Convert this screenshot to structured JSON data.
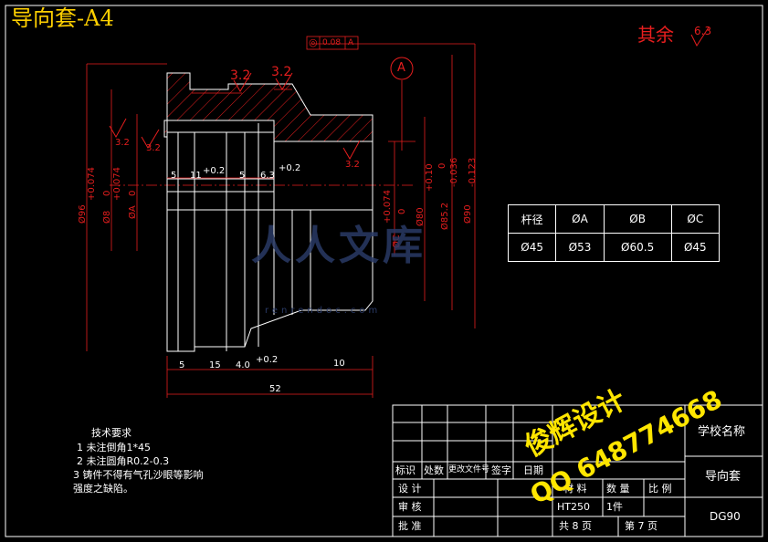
{
  "title": "导向套-A4",
  "roughness_note": "其余",
  "roughness_value": "6.3",
  "tolerance_frame": {
    "symbol": "◎",
    "value": "0.08",
    "datum": "A"
  },
  "datum_label": "A",
  "surface_marks": [
    "3.2",
    "3.2",
    "3.2",
    "3.2",
    "3.2"
  ],
  "dims_horizontal": [
    "5",
    "11",
    "+0.2",
    "5",
    "6.3",
    "+0.2",
    "5",
    "15",
    "4.0",
    "+0.2",
    "10",
    "52"
  ],
  "dims_vertical_left": [
    "Ø96",
    "Ø8",
    "+0.074",
    "0",
    "ØA",
    "+0.074",
    "0"
  ],
  "dims_vertical_right": [
    "ØC",
    "+0.074",
    "0",
    "Ø80",
    "+0.10",
    "0",
    "Ø85.2",
    "-0.036",
    "Ø90",
    "-0.123"
  ],
  "param_table": {
    "headers": [
      "杆径",
      "ØA",
      "ØB",
      "ØC"
    ],
    "row": [
      "Ø45",
      "Ø53",
      "Ø60.5",
      "Ø45"
    ]
  },
  "tech_req": {
    "heading": "技术要求",
    "lines": [
      "1  未注倒角1*45",
      "2  未注圆角R0.2-0.3",
      "3  铸件不得有气孔沙眼等影响",
      "强度之缺陷。"
    ]
  },
  "title_block": {
    "school": "学校名称",
    "part_name": "导向套",
    "code": "DG90",
    "row_labels": [
      "标识",
      "处数",
      "更改文件号",
      "签字",
      "日期"
    ],
    "design": "设 计",
    "review": "审 核",
    "approve": "批 准",
    "material_label": "材 料",
    "qty_label": "数 量",
    "scale_label": "比 例",
    "material": "HT250",
    "qty": "1件",
    "total_pages": "共 8 页",
    "page_no": "第 7 页"
  },
  "watermarks": {
    "brand": "人人文库",
    "url": "renrendoc.com",
    "seller": "俊辉设计",
    "qq": "QQ 648774668"
  }
}
